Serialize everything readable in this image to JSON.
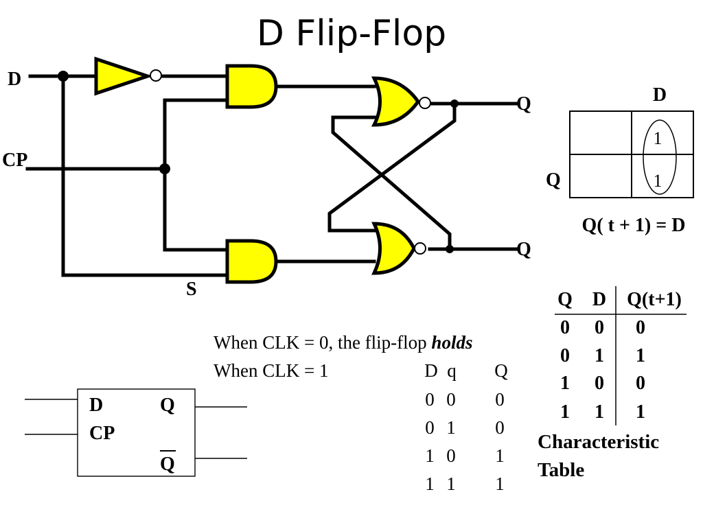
{
  "title": "D Flip-Flop",
  "circuit": {
    "input_d": "D",
    "input_cp": "CP",
    "output_q": "Q",
    "output_q_bar": "Q",
    "label_s": "S"
  },
  "kmap": {
    "col_label": "D",
    "row_label": "Q",
    "cells": [
      "",
      "1",
      "",
      "1"
    ],
    "equation": "Q( t + 1) = D"
  },
  "characteristic_table": {
    "headers": [
      "Q",
      "D",
      "Q(t+1)"
    ],
    "rows": [
      [
        "0",
        "0",
        "0"
      ],
      [
        "0",
        "1",
        "1"
      ],
      [
        "1",
        "0",
        "0"
      ],
      [
        "1",
        "1",
        "1"
      ]
    ],
    "caption_line1": "Characteristic",
    "caption_line2": "Table"
  },
  "notes": {
    "line1_prefix": "When CLK = 0, the flip-flop ",
    "line1_emphasis": "holds",
    "line2": "When CLK = 1"
  },
  "truth_table": {
    "headers": [
      "D",
      "q",
      "Q"
    ],
    "rows": [
      [
        "0",
        "0",
        "0"
      ],
      [
        "0",
        "1",
        "0"
      ],
      [
        "1",
        "0",
        "1"
      ],
      [
        "1",
        "1",
        "1"
      ]
    ]
  },
  "block_symbol": {
    "input_d": "D",
    "input_cp": "CP",
    "output_q": "Q",
    "output_q_bar": "Q"
  }
}
